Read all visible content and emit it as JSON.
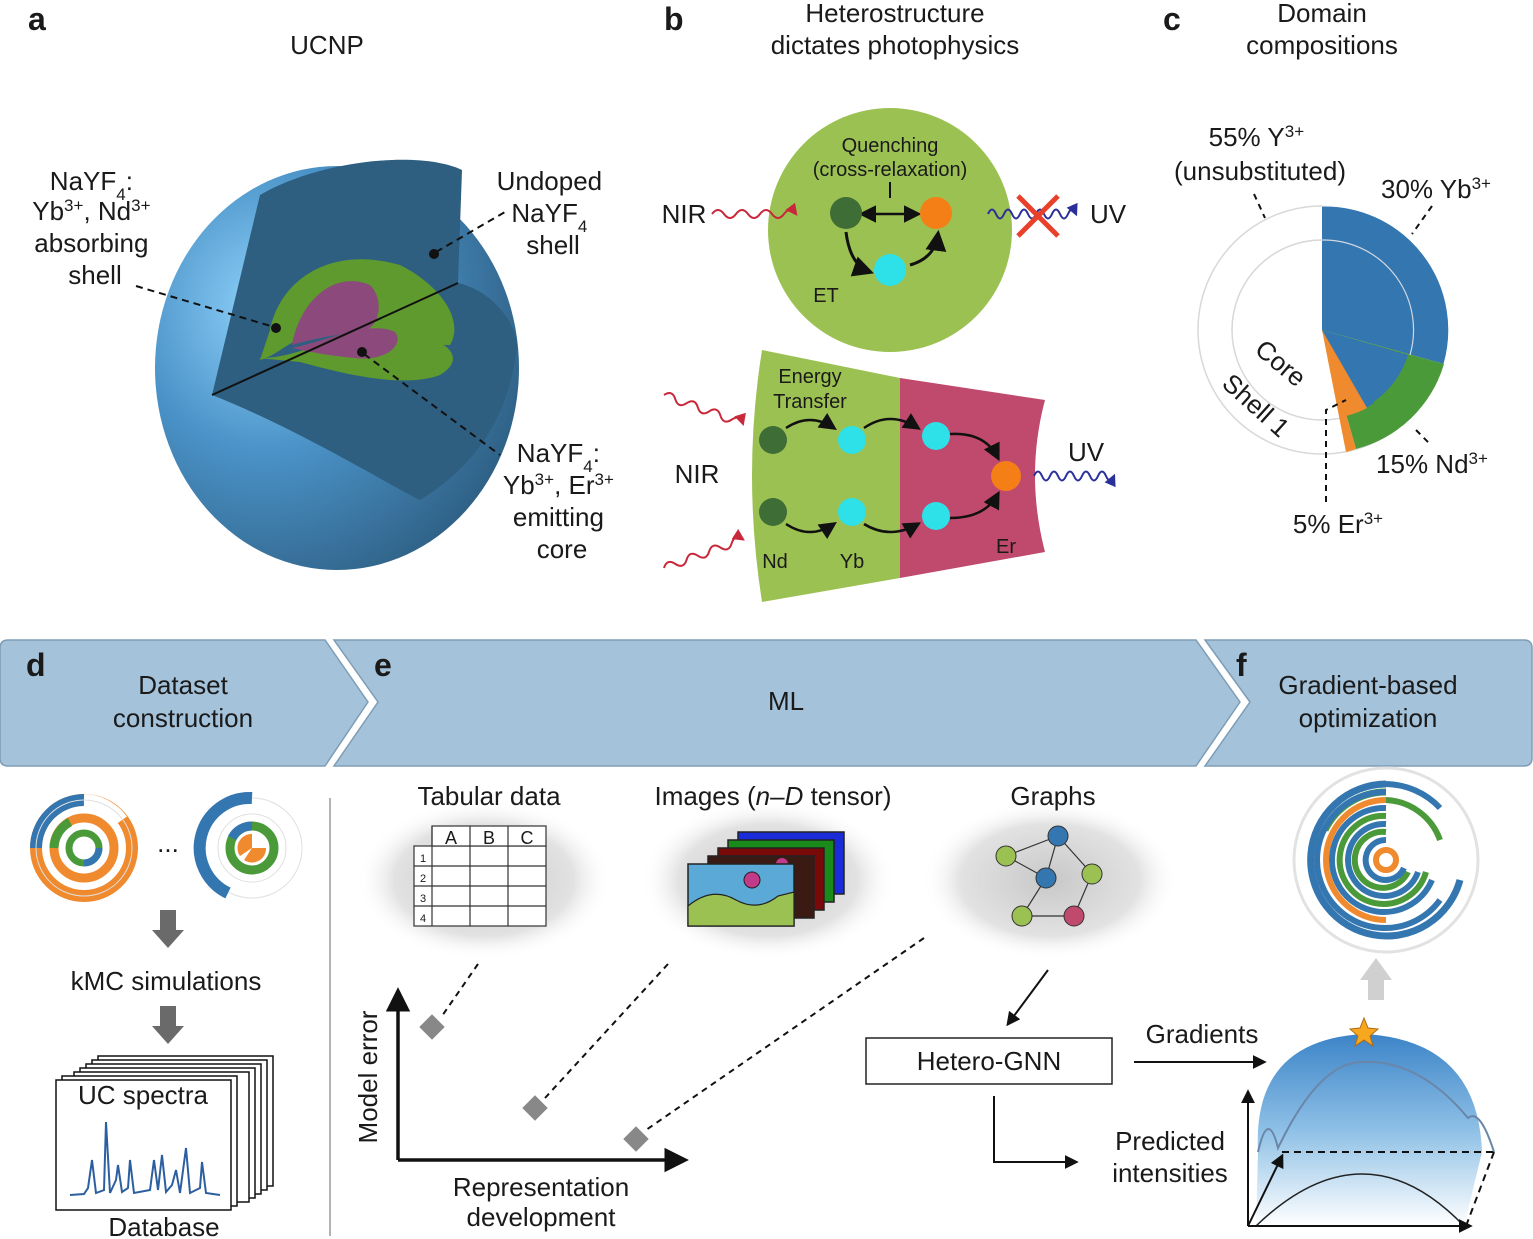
{
  "panels": {
    "a": {
      "letter": "a",
      "title": "UCNP",
      "label_absorbing": [
        "NaYF",
        "4",
        ":",
        "Yb",
        "3+",
        ", Nd",
        "3+",
        "absorbing",
        "shell"
      ],
      "label_undoped": [
        "Undoped",
        "NaYF",
        "4",
        "shell"
      ],
      "label_emitting": [
        "NaYF",
        "4",
        ":",
        "Yb",
        "3+",
        ", Er",
        "3+",
        "emitting",
        "core"
      ]
    },
    "b": {
      "letter": "b",
      "title_line1": "Heterostructure",
      "title_line2": "dictates photophysics",
      "quenching_line1": "Quenching",
      "quenching_line2": "(cross-relaxation)",
      "et": "ET",
      "nir": "NIR",
      "uv": "UV",
      "energy_line1": "Energy",
      "energy_line2": "Transfer",
      "nd": "Nd",
      "yb": "Yb",
      "er": "Er"
    },
    "c": {
      "letter": "c",
      "title_line1": "Domain",
      "title_line2": "compositions",
      "y_label": [
        "55% Y",
        "3+",
        "(unsubstituted)"
      ],
      "yb_label": [
        "30% Yb",
        "3+"
      ],
      "nd_label": [
        "15% Nd",
        "3+"
      ],
      "er_label": [
        "5% Er",
        "3+"
      ],
      "ring_core": "Core",
      "ring_shell": "Shell 1"
    },
    "d": {
      "letter": "d",
      "title_line1": "Dataset",
      "title_line2": "construction",
      "ellipsis": "...",
      "kmc": "kMC simulations",
      "spectra": "UC spectra",
      "database": "Database"
    },
    "e": {
      "letter": "e",
      "title": "ML",
      "tabular": "Tabular data",
      "images_pre": "Images (",
      "images_n": "n",
      "images_dash": "–",
      "images_d": "D",
      "images_post": " tensor)",
      "graphs": "Graphs",
      "table_cols": [
        "A",
        "B",
        "C"
      ],
      "table_rows": [
        "1",
        "2",
        "3",
        "4"
      ],
      "y_axis": "Model error",
      "x_axis_line1": "Representation",
      "x_axis_line2": "development",
      "hetero": "Hetero-GNN",
      "predicted_line1": "Predicted",
      "predicted_line2": "intensities"
    },
    "f": {
      "letter": "f",
      "title_line1": "Gradient-based",
      "title_line2": "optimization",
      "gradients": "Gradients"
    }
  },
  "colors": {
    "blue_dark": "#2e5f80",
    "blue_light": "#6fb6e6",
    "green": "#5f9a2e",
    "magenta": "#8c4a7c",
    "banner": "#a4c2d9",
    "yb": "#3476b0",
    "nd": "#4a9a3a",
    "er": "#f08a2e",
    "cyan": "#2ee0e8",
    "darkgreen": "#3f6d36",
    "orange": "#f47f16",
    "green_circle": "#9cc153",
    "pink_shell": "#c04a6e"
  },
  "icons": [
    "sphere-cutaway",
    "wavy-arrow",
    "cross-icon",
    "star-icon",
    "down-arrow-icon"
  ]
}
